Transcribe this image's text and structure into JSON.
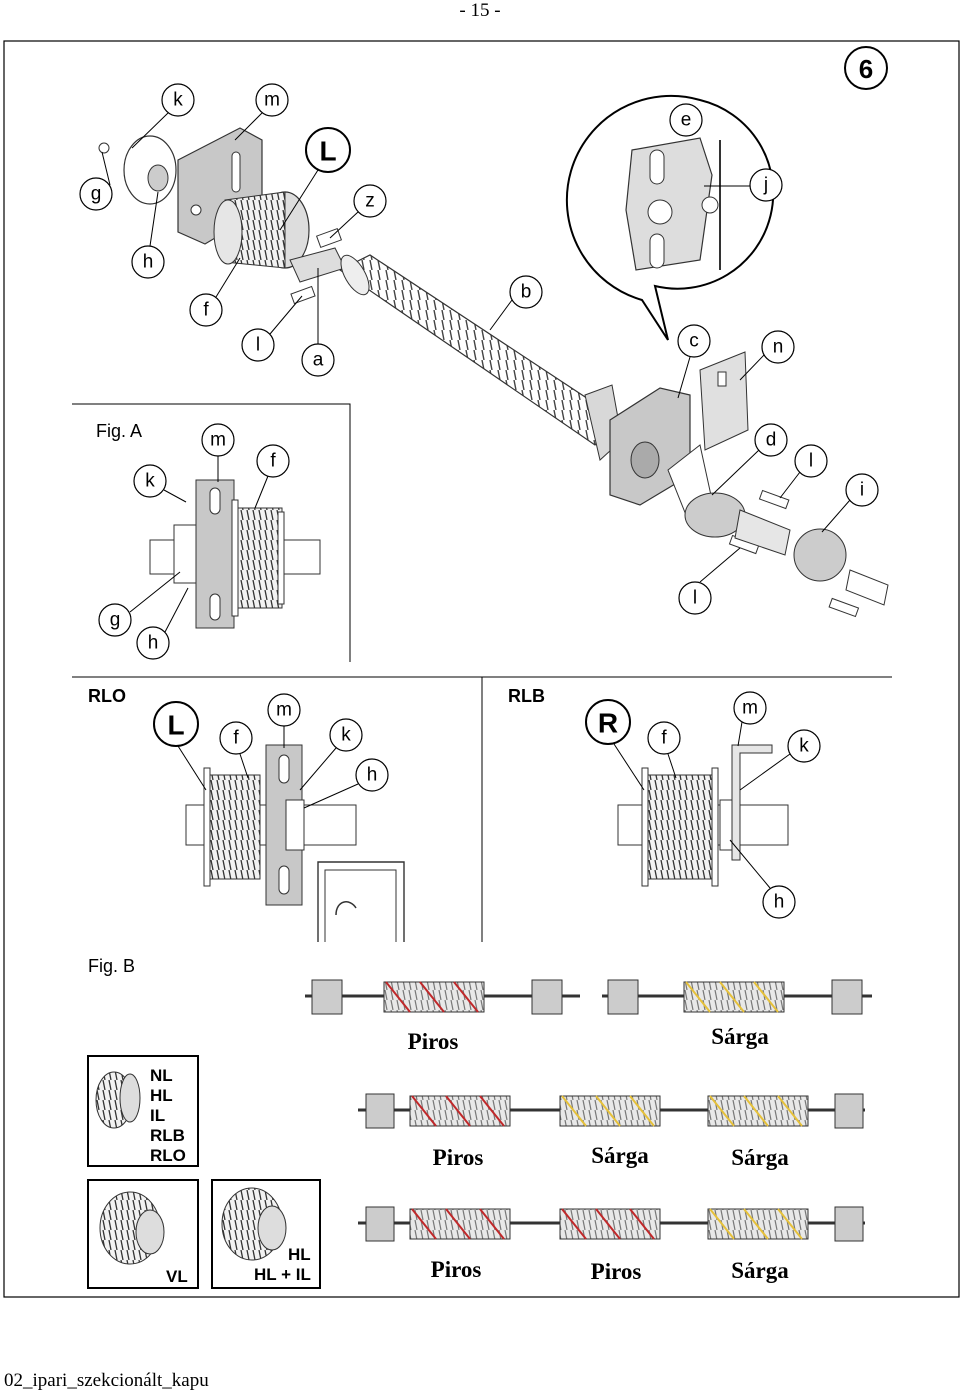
{
  "page_number": "- 15 -",
  "footer": "02_ipari_szekcionált_kapu",
  "figure_number": "6",
  "main_labels": {
    "k": "k",
    "m": "m",
    "L": "L",
    "g": "g",
    "h": "h",
    "z": "z",
    "f": "f",
    "l1": "l",
    "a": "a",
    "b": "b",
    "e": "e",
    "j": "j",
    "c": "c",
    "n": "n",
    "d": "d",
    "l2": "l",
    "i": "i",
    "l3": "l"
  },
  "fig_a": {
    "title": "Fig. A",
    "labels": {
      "m": "m",
      "k": "k",
      "f": "f",
      "g": "g",
      "h": "h"
    }
  },
  "rlo": {
    "title": "RLO",
    "labels": {
      "L": "L",
      "f": "f",
      "m": "m",
      "k": "k",
      "h": "h"
    }
  },
  "rlb": {
    "title": "RLB",
    "labels": {
      "R": "R",
      "f": "f",
      "m": "m",
      "k": "k",
      "h": "h"
    }
  },
  "fig_b": {
    "title": "Fig. B",
    "box1_lines": [
      "NL",
      "HL",
      "IL",
      "RLB",
      "RLO"
    ],
    "box2_label": "VL",
    "box3_lines": [
      "HL",
      "HL + IL"
    ],
    "row1": [
      "Piros",
      "Sárga"
    ],
    "row2": [
      "Piros",
      "Sárga",
      "Sárga"
    ],
    "row3": [
      "Piros",
      "Piros",
      "Sárga"
    ],
    "colors": {
      "piros": "#c0282a",
      "sarga": "#e6c13a"
    }
  }
}
